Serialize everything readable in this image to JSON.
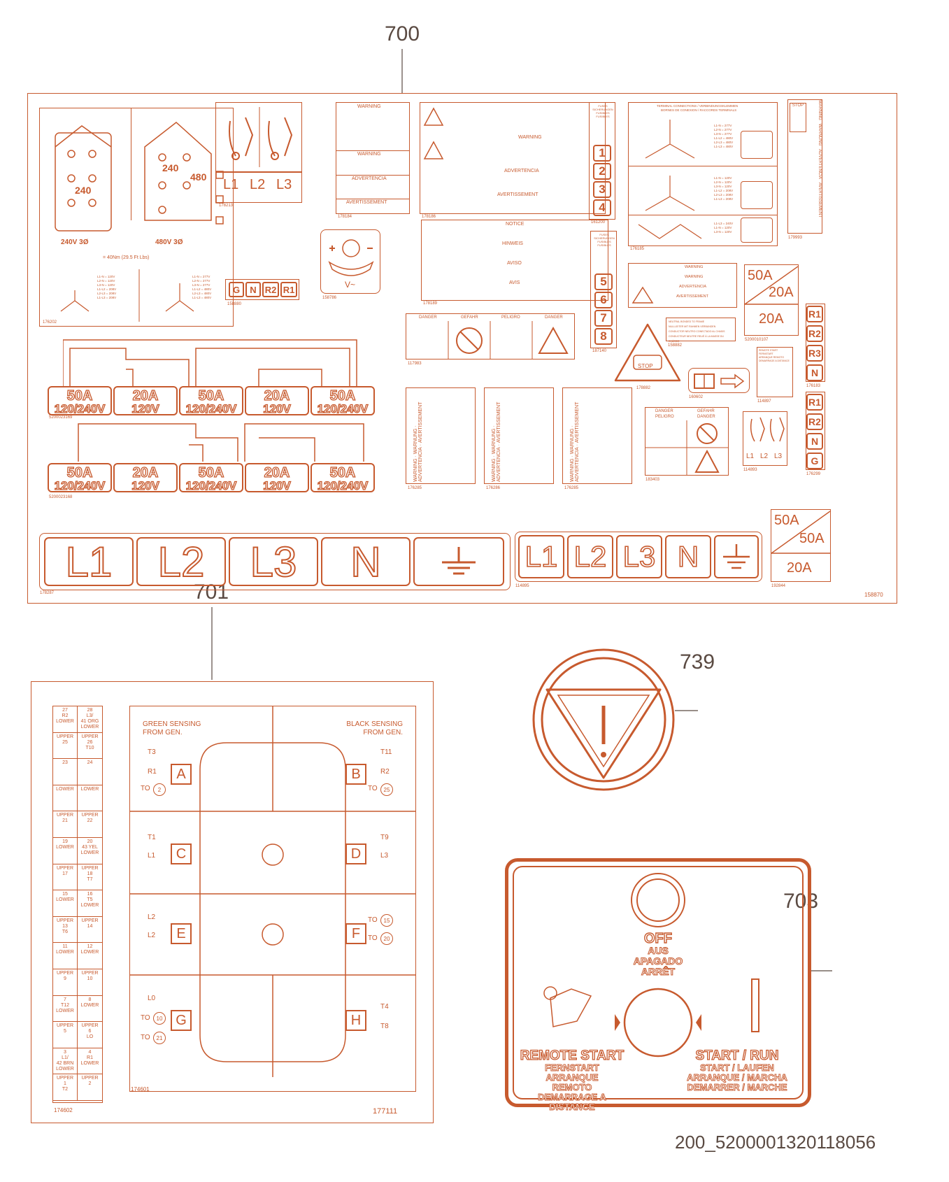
{
  "callouts": {
    "c700": "700",
    "c701": "701",
    "c739": "739",
    "c703": "703",
    "footer": "200_5200001320118056"
  },
  "colors": {
    "accent": "#c75a2e",
    "callout_text": "#5a4a42"
  },
  "sheet700": {
    "part_no": "158870",
    "wiring": {
      "left_part": "176202",
      "right_part": "",
      "torque": "= 40Nm (29.5 Ft Lbs)",
      "label_a": "240V  3Ø",
      "label_b": "480V  3Ø",
      "volt_a": [
        "L1-N = 120V",
        "L2-N = 120V",
        "L3-N = 120V",
        "L1-L2 = 208V",
        "L2-L3 = 208V",
        "L1-L3 = 208V"
      ],
      "volt_b": [
        "L1-N = 277V",
        "L2-N = 277V",
        "L3-N = 277V",
        "L1-L2 = 480V",
        "L2-L3 = 480V",
        "L1-L3 = 480V"
      ]
    },
    "switch_label": {
      "part": "178213",
      "terms": [
        "L1",
        "L2",
        "L3"
      ]
    },
    "warn1": {
      "part": "178184",
      "headings": [
        "WARNING",
        "WARNING",
        "ADVERTENCIA",
        "AVERTISSEMENT"
      ]
    },
    "warn2": {
      "part": "178186",
      "headings": [
        "WARNING",
        "ADVERTENCIA",
        "AVERTISSEMENT"
      ]
    },
    "notice": {
      "part": "178189",
      "headings": [
        "NOTICE",
        "HINWEIS",
        "AVISO",
        "AVIS"
      ]
    },
    "fuses1": {
      "part": "161200",
      "header": "FUSES\nSICHERUNGEN\nFUSIBLES\nFUSIBLES",
      "nums": [
        "1",
        "2",
        "3",
        "4"
      ]
    },
    "fuses2": {
      "part": "187140",
      "header": "FUSES\nSICHERUNGEN\nFUSIBLES\nFUSIBLES",
      "nums": [
        "5",
        "6",
        "7",
        "8"
      ]
    },
    "terminals": {
      "part": "176185",
      "title": "TERMINAL CONNECTIONS / VERBINDUNGSKLEMMEN",
      "subtitle": "BORNES DE CONEXION / RACCORDS TERMINALS",
      "v1": [
        "L1-N = 277V",
        "L2-N = 277V",
        "L3-N = 277V",
        "L1-L2 = 480V",
        "L2-L3 = 480V",
        "L1-L3 = 480V"
      ],
      "v2": [
        "L1-N = 120V",
        "L2-N = 120V",
        "L3-N = 120V",
        "L1-L2 = 208V",
        "L2-L3 = 208V",
        "L1-L3 = 208V"
      ],
      "v3": [
        "L1-L3 = 240V",
        "L1-N = 120V",
        "L3-N = 120V"
      ]
    },
    "side_warn": {
      "part": "179993",
      "words": [
        "WARNING",
        "WARNUNG",
        "ADVERTENCIA",
        "AVERTISSEMENT"
      ],
      "stop": "STOP"
    },
    "grn": {
      "part": "158880",
      "terms": [
        "G",
        "N",
        "R2",
        "R1"
      ]
    },
    "pot": {
      "part": "158786"
    },
    "danger4": {
      "part": "117983",
      "words": [
        "DANGER",
        "GEFAHR",
        "PELIGRO",
        "DANGER"
      ]
    },
    "warn3": {
      "part": "",
      "headings": [
        "WARNING",
        "WARNING",
        "ADVERTENCIA",
        "AVERTISSEMENT"
      ]
    },
    "neutral": {
      "part": "158882",
      "lines": [
        "NEUTRAL BONDED TO FRAME",
        "NULLLEITER MIT RAHMEN VERBUNDEN",
        "CONDUCTOR NEUTRO CONECTADO AL CHASIS",
        "CONDUCTEUR NEUTRE RELIÉ À LA MASSE DU CHÂSSIS"
      ]
    },
    "ratings_small": {
      "part": "5200010107",
      "top_left": "50A",
      "top_right": "20A",
      "bottom": "20A"
    },
    "rsrn": {
      "part": "176183",
      "terms": [
        "R1",
        "R2",
        "R3",
        "N"
      ]
    },
    "stop_tri": {
      "part": "178882",
      "text": "STOP"
    },
    "book": {
      "part": "160602"
    },
    "remote": {
      "part": "114897",
      "lines": [
        "REMOTE START",
        "FERNSTART",
        "ARRANQUE REMOTO",
        "DEMARRAGE A DISTANCE"
      ]
    },
    "row1": {
      "part": "5200023169",
      "cells": [
        [
          "50A",
          "120/240V"
        ],
        [
          "20A",
          "120V"
        ],
        [
          "50A",
          "120/240V"
        ],
        [
          "20A",
          "120V"
        ],
        [
          "50A",
          "120/240V"
        ]
      ]
    },
    "row2": {
      "part": "5200023168",
      "cells": [
        [
          "50A",
          "120/240V"
        ],
        [
          "20A",
          "120V"
        ],
        [
          "50A",
          "120/240V"
        ],
        [
          "20A",
          "120V"
        ],
        [
          "50A",
          "120/240V"
        ]
      ]
    },
    "vwarn": {
      "parts": [
        "176285",
        "176286",
        "176285"
      ],
      "words": [
        "WARNING",
        "WARNUNG",
        "ADVERTENCIA",
        "AVERTISSEMENT"
      ]
    },
    "danger2": {
      "part": "183403",
      "words": [
        "DANGER",
        "GEFAHR",
        "PELIGRO",
        "DANGER"
      ]
    },
    "switch2": {
      "part": "114893",
      "terms": [
        "L1",
        "L2",
        "L3"
      ]
    },
    "r1r2ng": {
      "part": "176299",
      "terms": [
        "R1",
        "R2",
        "N",
        "G"
      ]
    },
    "big_terms": {
      "part": "178287",
      "terms": [
        "L1",
        "L2",
        "L3",
        "N"
      ]
    },
    "mid_terms": {
      "part": "114895",
      "terms": [
        "L1",
        "L2",
        "L3",
        "N"
      ]
    },
    "ratings_big": {
      "part": "192844",
      "top_left": "50A",
      "top_right": "50A",
      "bottom": "20A"
    }
  },
  "sheet701": {
    "part_no": "177111",
    "strip_part": "174602",
    "board_part": "174601",
    "strip_rows": [
      [
        "27\nR2\nLOWER",
        "28\nL3/\n41 ORG\nLOWER"
      ],
      [
        "UPPER\n25",
        "UPPER\n26\nT10"
      ],
      [
        "23",
        "24"
      ],
      [
        "LOWER",
        "LOWER"
      ],
      [
        "UPPER\n21",
        "UPPER\n22"
      ],
      [
        "19\nLOWER",
        "20\n43 YEL\nLOWER"
      ],
      [
        "UPPER\n17",
        "UPPER\n18\nT7"
      ],
      [
        "15\nLOWER",
        "16\nT5\nLOWER"
      ],
      [
        "UPPER\n13\nT6",
        "UPPER\n14"
      ],
      [
        "11\nLOWER",
        "12\nLOWER"
      ],
      [
        "UPPER\n9",
        "UPPER\n10"
      ],
      [
        "7\nT12\nLOWER",
        "8\nLOWER"
      ],
      [
        "UPPER\n5",
        "UPPER\n6\nLO"
      ],
      [
        "3\nL1/\n42 BRN\nLOWER",
        "4\nR1\nLOWER"
      ],
      [
        "UPPER\n1\nT2",
        "UPPER\n2"
      ]
    ],
    "sense_left": "GREEN SENSING\nFROM GEN.",
    "sense_right": "BLACK SENSING\nFROM GEN.",
    "blocks": {
      "A": {
        "letter": "A",
        "l1": "T3",
        "l2": "R1",
        "to": "TO",
        "num": "2"
      },
      "B": {
        "letter": "B",
        "l1": "T11",
        "l2": "R2",
        "to": "TO",
        "num": "25"
      },
      "C": {
        "letter": "C",
        "l1": "T1",
        "l2": "L1"
      },
      "D": {
        "letter": "D",
        "l1": "T9",
        "l2": "L3"
      },
      "E": {
        "letter": "E",
        "l1": "L2",
        "l2": "L2"
      },
      "F": {
        "letter": "F",
        "to": "TO",
        "num1": "15",
        "num2": "20"
      },
      "G": {
        "letter": "G",
        "l1": "L0",
        "to": "TO",
        "num1": "10",
        "num2": "21"
      },
      "H": {
        "letter": "H",
        "l1": "T4",
        "l2": "T8"
      }
    }
  },
  "sheet703": {
    "off": [
      "OFF",
      "AUS",
      "APAGADO",
      "ARRÊT"
    ],
    "remote": [
      "REMOTE START",
      "FERNSTART",
      "ARRANQUE",
      "REMOTO",
      "DEMARRAGE A",
      "DISTANCE"
    ],
    "start": [
      "START / RUN",
      "START / LAUFEN",
      "ARRANQUE / MARCHA",
      "DEMARRER / MARCHE"
    ]
  }
}
